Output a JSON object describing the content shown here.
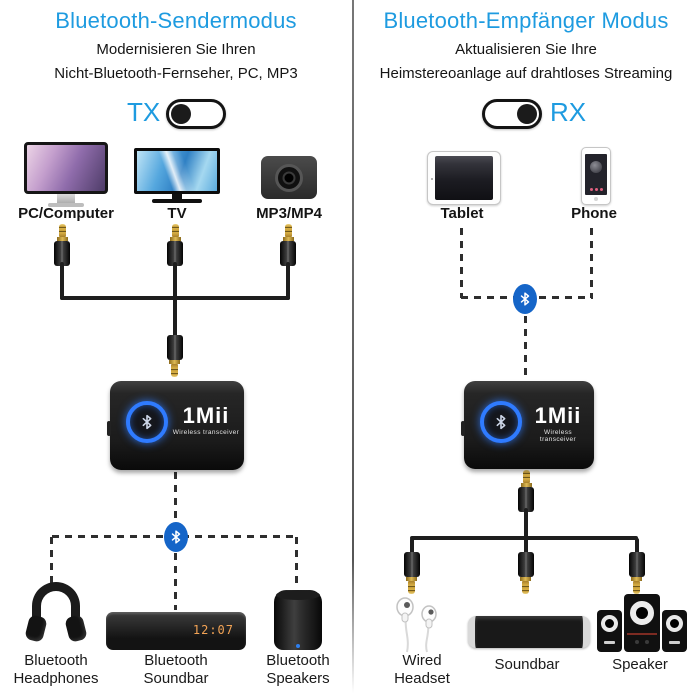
{
  "colors": {
    "accent_blue": "#1E9BE0",
    "bluetooth_badge_blue": "#1565C8",
    "device_ring_blue": "#2F7BFF",
    "led_amber": "#F2A355"
  },
  "left": {
    "title": "Bluetooth-Sendermodus",
    "subtitle1": "Modernisieren Sie Ihren",
    "subtitle2": "Nicht-Bluetooth-Fernseher, PC, MP3",
    "toggle": {
      "label": "TX",
      "state": "off"
    },
    "sources": [
      {
        "label": "PC/Computer",
        "icon": "desktop-monitor-icon"
      },
      {
        "label": "TV",
        "icon": "tv-icon"
      },
      {
        "label": "MP3/MP4",
        "icon": "action-camera-icon"
      }
    ],
    "device": {
      "brand": "1Mii",
      "tagline": "Wireless transceiver",
      "icon": "bluetooth-button-icon"
    },
    "link_icon": "bluetooth-icon",
    "soundbar_display": "12:07",
    "sinks": [
      {
        "line1": "Bluetooth",
        "line2": "Headphones",
        "icon": "headphones-icon"
      },
      {
        "line1": "Bluetooth",
        "line2": "Soundbar",
        "icon": "soundbar-icon"
      },
      {
        "line1": "Bluetooth",
        "line2": "Speakers",
        "icon": "cylinder-speaker-icon"
      }
    ]
  },
  "right": {
    "title": "Bluetooth-Empfänger Modus",
    "subtitle1": "Aktualisieren Sie Ihre",
    "subtitle2": "Heimstereoanlage auf drahtloses Streaming",
    "toggle": {
      "label": "RX",
      "state": "on"
    },
    "sources": [
      {
        "label": "Tablet",
        "icon": "tablet-icon"
      },
      {
        "label": "Phone",
        "icon": "smartphone-icon"
      }
    ],
    "device": {
      "brand": "1Mii",
      "tagline": "Wireless transceiver",
      "icon": "bluetooth-button-icon"
    },
    "link_icon": "bluetooth-icon",
    "sinks": [
      {
        "line1": "Wired",
        "line2": "Headset",
        "icon": "earbuds-icon"
      },
      {
        "line1": "Soundbar",
        "line2": "",
        "icon": "soundbar-icon"
      },
      {
        "line1": "Speaker",
        "line2": "",
        "icon": "speakers-2.1-icon"
      }
    ]
  }
}
